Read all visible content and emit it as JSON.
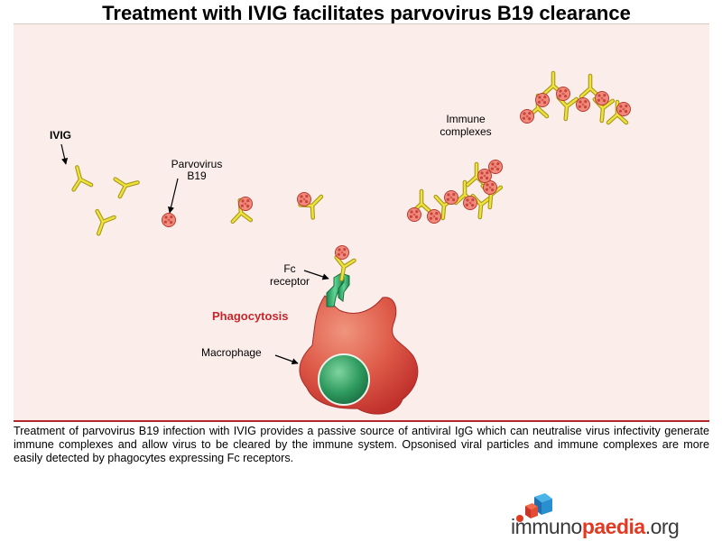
{
  "title": "Treatment with IVIG facilitates parvovirus B19 clearance",
  "labels": {
    "ivig": "IVIG",
    "parvovirus_line1": "Parvovirus",
    "parvovirus_line2": "B19",
    "immune_line1": "Immune",
    "immune_line2": "complexes",
    "fc_line1": "Fc",
    "fc_line2": "receptor",
    "phagocytosis": "Phagocytosis",
    "macrophage": "Macrophage"
  },
  "caption": "Treatment of parvovirus B19 infection with IVIG provides a passive source of antiviral IgG which can neutralise virus infectivity generate immune complexes and allow virus to be cleared by the immune system. Opsonised viral particles and immune complexes are more easily detected by phagocytes expressing Fc receptors.",
  "logo": {
    "part1": "immuno",
    "part2": "paedia",
    "part3": ".org"
  },
  "colors": {
    "antibody": "#e8de3a",
    "virus": "#e8645a",
    "macrophage": "#d9453e",
    "nucleus": "#2e8f5a",
    "receptor": "#2fae6a",
    "accent_red": "#c8262b"
  }
}
